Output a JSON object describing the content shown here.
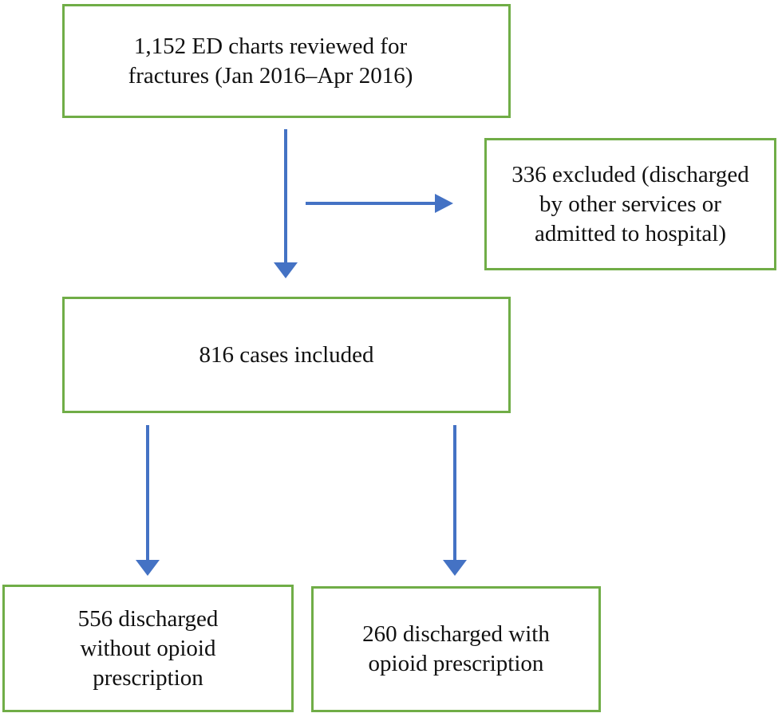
{
  "diagram_type": "flowchart",
  "colors": {
    "box_border": "#70AD47",
    "arrow": "#4472C4",
    "text": "#111111",
    "background": "#FFFFFF"
  },
  "nodes": {
    "reviewed": {
      "count": "1,152",
      "text": "1,152 ED charts reviewed for fractures (Jan 2016–Apr 2016)",
      "lines": [
        "1,152 ED charts reviewed for",
        "fractures (Jan 2016–Apr 2016)"
      ]
    },
    "excluded": {
      "count": "336",
      "text": "336 excluded (discharged by other services or admitted to hospital)",
      "lines": [
        "336 excluded (discharged",
        "by other services or",
        "admitted to hospital)"
      ]
    },
    "included": {
      "count": "816",
      "text": "816 cases included",
      "lines": [
        "816 cases included"
      ]
    },
    "without_opioid": {
      "count": "556",
      "text": "556 discharged without opioid prescription",
      "lines": [
        "556 discharged",
        "without opioid",
        "prescription"
      ]
    },
    "with_opioid": {
      "count": "260",
      "text": "260 discharged with opioid prescription",
      "lines": [
        "260 discharged with",
        "opioid prescription"
      ]
    }
  },
  "edges": [
    {
      "from": "reviewed",
      "to": "included",
      "direction": "down"
    },
    {
      "from": "reviewed",
      "to": "excluded",
      "direction": "right"
    },
    {
      "from": "included",
      "to": "without_opioid",
      "direction": "down"
    },
    {
      "from": "included",
      "to": "with_opioid",
      "direction": "down"
    }
  ]
}
